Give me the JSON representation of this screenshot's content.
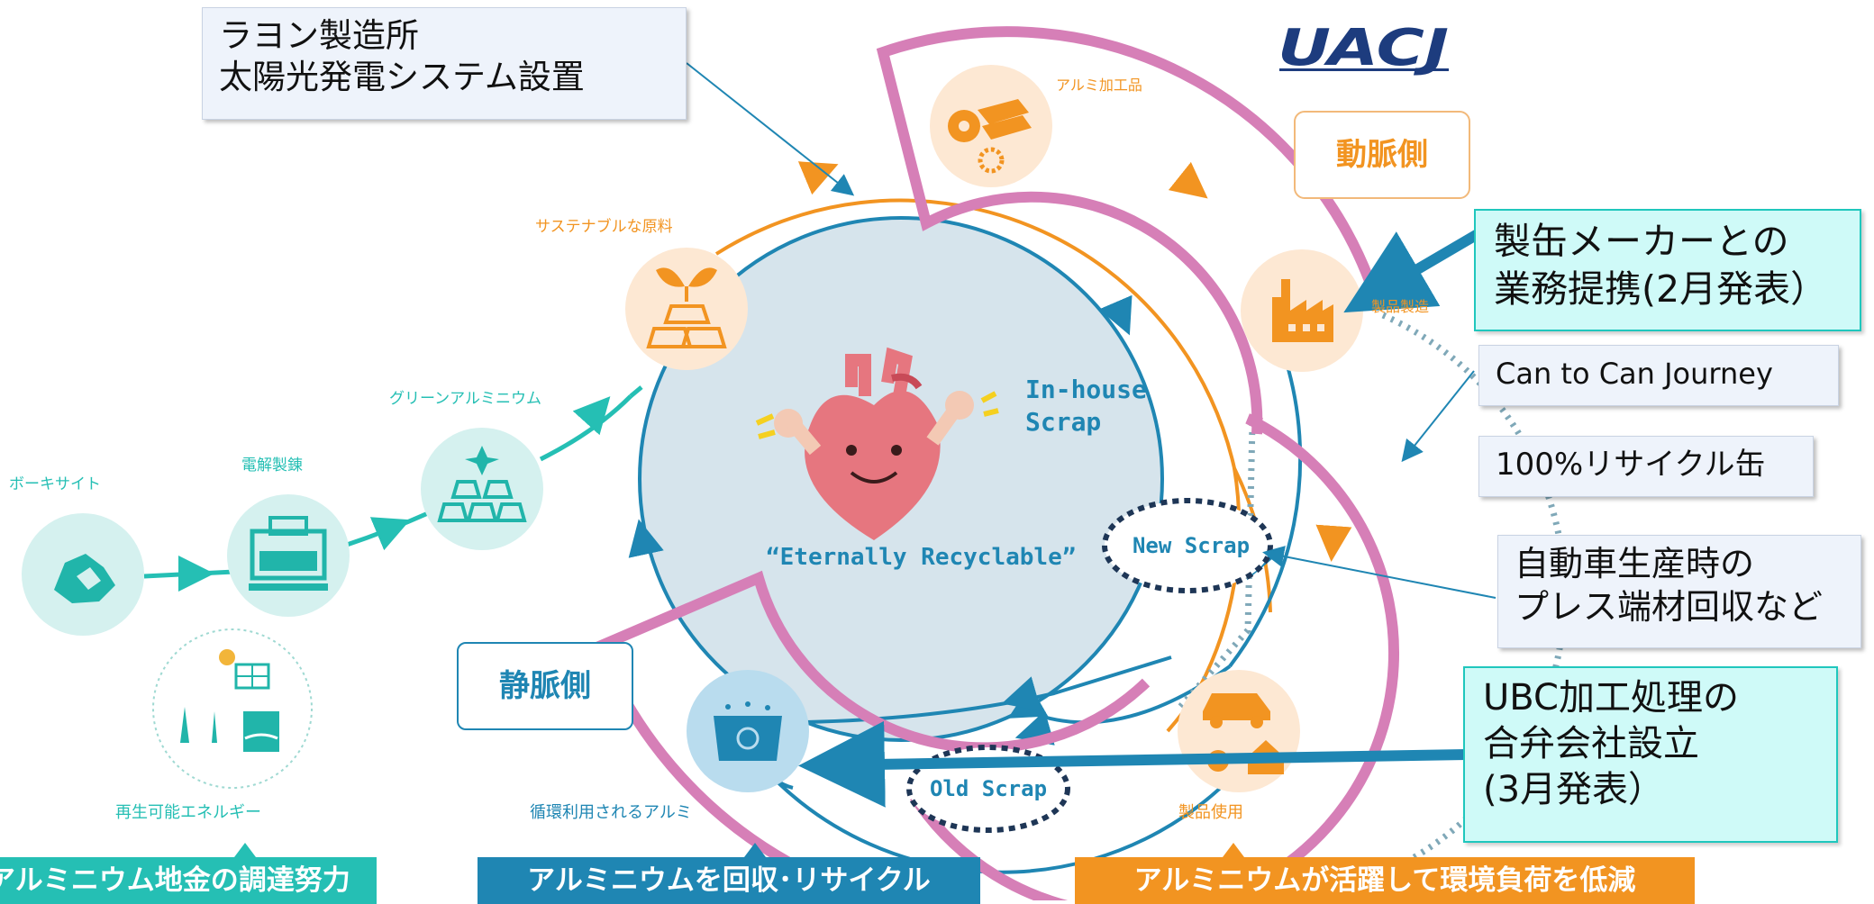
{
  "logo_text": "UACJ",
  "callouts": {
    "rayon": [
      "ラヨン製造所",
      "太陽光発電システム設置"
    ],
    "can_maker": [
      "製缶メーカーとの",
      "業務提携(2月発表）"
    ],
    "can_to_can": "Can to Can Journey",
    "recycle_can": "100%リサイクル缶",
    "press_scrap": [
      "自動車生産時の",
      "プレス端材回収など"
    ],
    "ubc": [
      "UBC加工処理の",
      "合弁会社設立",
      "(3月発表）"
    ]
  },
  "tags": {
    "artery": "動脈側",
    "vein": "静脈側"
  },
  "cycle": {
    "in_house": [
      "In-house",
      "Scrap"
    ],
    "eternal": "“Eternally Recyclable”",
    "new_scrap": "New Scrap",
    "old_scrap": "Old Scrap"
  },
  "nodes": {
    "bauxite": "ボーキサイト",
    "electrolysis": "電解製錬",
    "green_al": "グリーンアルミニウム",
    "sustainable": "サステナブルな原料",
    "al_products": "アルミ加工品",
    "manufacturing": "製品製造",
    "product_use": "製品使用",
    "recycled_al": "循環利用されるアルミ",
    "renewable": "再生可能エネルギー"
  },
  "bands": {
    "procurement": "アルミニウム地金の調達努力",
    "recycle": "アルミニウムを回収･リサイクル",
    "environment": "アルミニウムが活躍して環境負荷を低減"
  },
  "colors": {
    "teal": "#25bfb4",
    "orange": "#f29421",
    "blue": "#1f86b3",
    "magenta": "#d67fb7",
    "navy": "#1d3c7e"
  }
}
